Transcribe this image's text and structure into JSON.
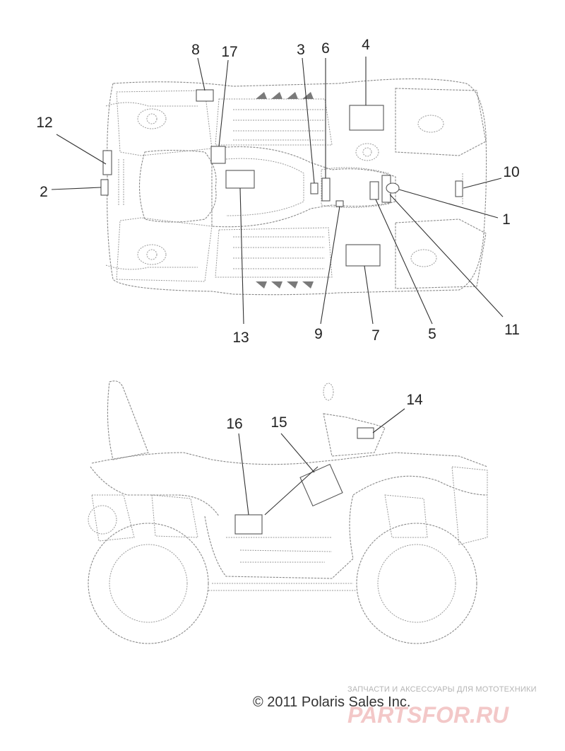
{
  "callouts": [
    "1",
    "2",
    "3",
    "4",
    "5",
    "6",
    "7",
    "8",
    "9",
    "10",
    "11",
    "12",
    "13",
    "14",
    "15",
    "16",
    "17"
  ],
  "copyright": "© 2011 Polaris Sales Inc.",
  "watermark": {
    "tagline": "ЗАПЧАСТИ И АКСЕССУАРЫ ДЛЯ МОТОТЕХНИКИ",
    "logo": "PARTSFOR.RU"
  },
  "colors": {
    "line": "#9a9a9a",
    "label": "#222222",
    "watermark": "#f3c8c8"
  }
}
